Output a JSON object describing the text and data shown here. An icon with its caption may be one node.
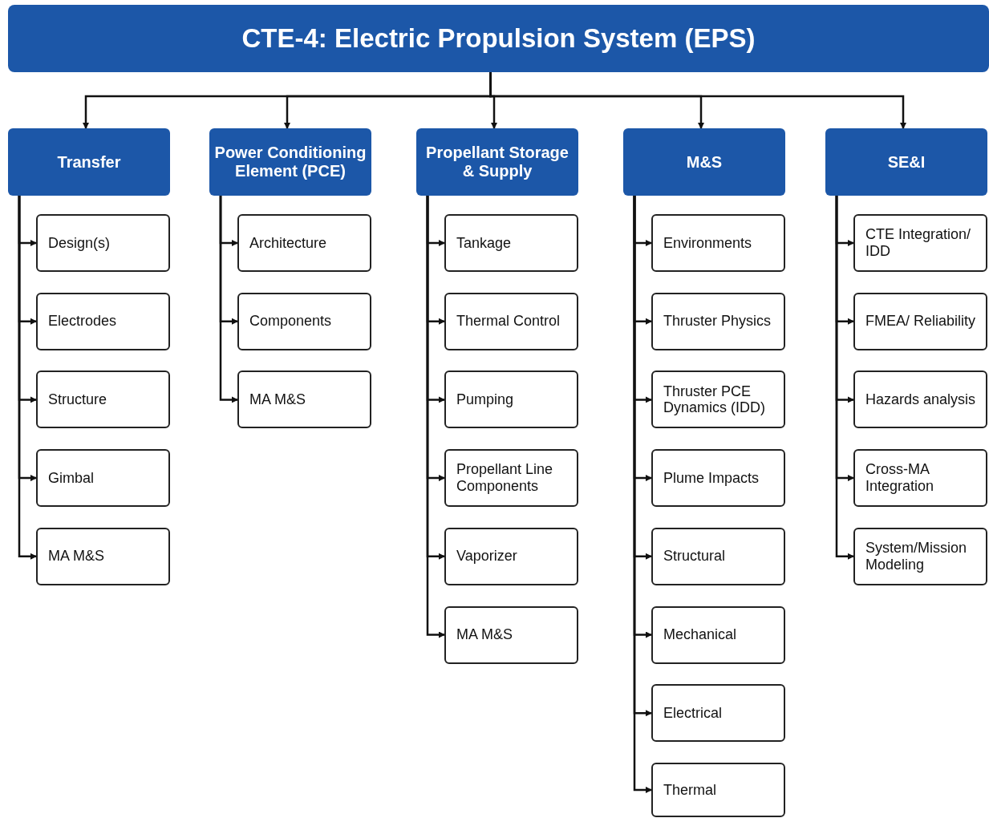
{
  "diagram": {
    "nodes": [
      {
        "text": [
          "CTE-4: Electric Propulsion System (EPS)"
        ]
      },
      {
        "text": [
          "Transfer"
        ]
      },
      {
        "text": [
          "Design(s)"
        ]
      },
      {
        "text": [
          "Electrodes"
        ]
      },
      {
        "text": [
          "Structure"
        ]
      },
      {
        "text": [
          "Gimbal"
        ]
      },
      {
        "text": [
          "MA M&S"
        ]
      },
      {
        "text": [
          "Power Conditioning Element (PCE)"
        ]
      },
      {
        "text": [
          "Architecture"
        ]
      },
      {
        "text": [
          "Components"
        ]
      },
      {
        "text": [
          "MA M&S"
        ]
      },
      {
        "text": [
          "Propellant Storage & Supply"
        ]
      },
      {
        "text": [
          "Tankage"
        ]
      },
      {
        "text": [
          "Thermal Control"
        ]
      },
      {
        "text": [
          "Pumping"
        ]
      },
      {
        "text": [
          "Propellant Line Components"
        ]
      },
      {
        "text": [
          "Vaporizer"
        ]
      },
      {
        "text": [
          "MA M&S"
        ]
      },
      {
        "text": [
          "M&S"
        ]
      },
      {
        "text": [
          "Environments"
        ]
      },
      {
        "text": [
          "Thruster Physics"
        ]
      },
      {
        "text": [
          "Thruster PCE Dynamics (IDD)"
        ]
      },
      {
        "text": [
          "Plume Impacts"
        ]
      },
      {
        "text": [
          "Structural"
        ]
      },
      {
        "text": [
          "Mechanical"
        ]
      },
      {
        "text": [
          "Electrical"
        ]
      },
      {
        "text": [
          "Thermal"
        ]
      },
      {
        "text": [
          "SE&I"
        ]
      },
      {
        "text": [
          "CTE Integration/ IDD"
        ]
      },
      {
        "text": [
          "FMEA/ Reliability"
        ]
      },
      {
        "text": [
          "Hazards analysis"
        ]
      },
      {
        "text": [
          "Cross-MA Integration"
        ]
      },
      {
        "text": [
          "System/Mission Modeling"
        ]
      }
    ],
    "edges": [
      {
        "from": 0,
        "to": 1,
        "arrow": "to"
      },
      {
        "from": 0,
        "to": 7,
        "arrow": "to"
      },
      {
        "from": 0,
        "to": 11,
        "arrow": "to"
      },
      {
        "from": 0,
        "to": 18,
        "arrow": "to"
      },
      {
        "from": 0,
        "to": 27,
        "arrow": "to"
      },
      {
        "from": 1,
        "to": 2,
        "arrow": "to"
      },
      {
        "from": 1,
        "to": 3,
        "arrow": "to"
      },
      {
        "from": 1,
        "to": 4,
        "arrow": "to"
      },
      {
        "from": 1,
        "to": 5,
        "arrow": "to"
      },
      {
        "from": 1,
        "to": 6,
        "arrow": "to"
      },
      {
        "from": 7,
        "to": 8,
        "arrow": "to"
      },
      {
        "from": 7,
        "to": 9,
        "arrow": "to"
      },
      {
        "from": 7,
        "to": 10,
        "arrow": "to"
      },
      {
        "from": 11,
        "to": 12,
        "arrow": "to"
      },
      {
        "from": 11,
        "to": 13,
        "arrow": "to"
      },
      {
        "from": 11,
        "to": 14,
        "arrow": "to"
      },
      {
        "from": 11,
        "to": 15,
        "arrow": "to"
      },
      {
        "from": 11,
        "to": 16,
        "arrow": "to"
      },
      {
        "from": 11,
        "to": 17,
        "arrow": "to"
      },
      {
        "from": 18,
        "to": 19,
        "arrow": "to"
      },
      {
        "from": 18,
        "to": 20,
        "arrow": "to"
      },
      {
        "from": 18,
        "to": 21,
        "arrow": "to"
      },
      {
        "from": 18,
        "to": 22,
        "arrow": "to"
      },
      {
        "from": 18,
        "to": 23,
        "arrow": "to"
      },
      {
        "from": 18,
        "to": 24,
        "arrow": "to"
      },
      {
        "from": 18,
        "to": 25,
        "arrow": "to"
      },
      {
        "from": 18,
        "to": 26,
        "arrow": "to"
      },
      {
        "from": 27,
        "to": 28,
        "arrow": "to"
      },
      {
        "from": 27,
        "to": 29,
        "arrow": "to"
      },
      {
        "from": 27,
        "to": 30,
        "arrow": "to"
      },
      {
        "from": 27,
        "to": 31,
        "arrow": "to"
      },
      {
        "from": 27,
        "to": 32,
        "arrow": "to"
      }
    ]
  }
}
